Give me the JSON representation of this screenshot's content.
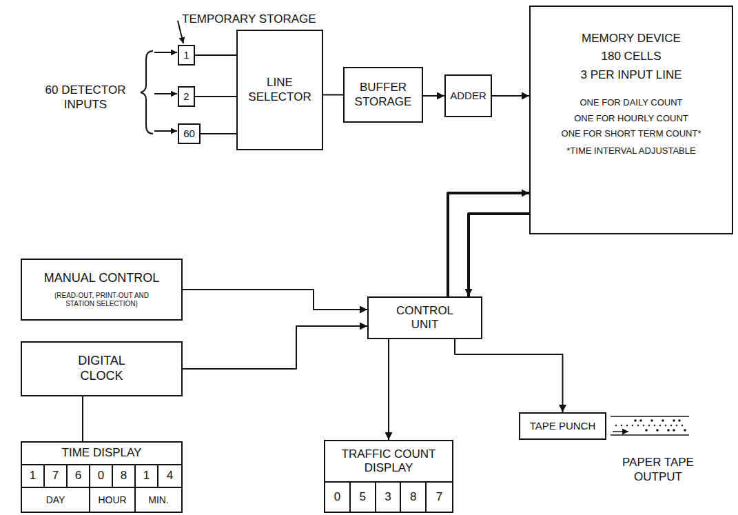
{
  "diagram": {
    "nodes": [
      {
        "text": [
          "1"
        ]
      },
      {
        "text": [
          "2"
        ]
      },
      {
        "text": [
          "60"
        ]
      },
      {
        "text": [
          "LINE SELECTOR"
        ]
      },
      {
        "text": [
          "BUFFER STORAGE"
        ]
      },
      {
        "text": [
          "ADDER"
        ]
      },
      {
        "text": [
          "MEMORY DEVICE",
          "180 CELLS",
          "3 PER INPUT LINE",
          "ONE FOR DAILY COUNT",
          "ONE FOR HOURLY COUNT",
          "ONE FOR SHORT TERM COUNT*",
          "*TIME INTERVAL ADJUSTABLE"
        ]
      },
      {
        "text": [
          "MANUAL CONTROL",
          "(READ-OUT, PRINT-OUT AND STATION SELECTION)"
        ]
      },
      {
        "text": [
          "CONTROL UNIT"
        ]
      },
      {
        "text": [
          "DIGITAL CLOCK"
        ]
      },
      {
        "text": [
          "TIME DISPLAY",
          "1",
          "7",
          "6",
          "0",
          "8",
          "1",
          "4",
          "DAY",
          "HOUR",
          "MIN."
        ]
      },
      {
        "text": [
          "TRAFFIC COUNT DISPLAY",
          "0",
          "5",
          "3",
          "8",
          "7"
        ]
      },
      {
        "text": [
          "TAPE PUNCH"
        ]
      }
    ],
    "edges": [
      {
        "from": 0,
        "to": 3,
        "arrow": "none"
      },
      {
        "from": 1,
        "to": 3,
        "arrow": "none"
      },
      {
        "from": 2,
        "to": 3,
        "arrow": "none"
      },
      {
        "from": 3,
        "to": 4,
        "arrow": "none"
      },
      {
        "from": 4,
        "to": 5,
        "arrow": "to"
      },
      {
        "from": 5,
        "to": 6,
        "arrow": "to"
      },
      {
        "from": 6,
        "to": 8,
        "arrow": "to"
      },
      {
        "from": 8,
        "to": 6,
        "arrow": "to"
      },
      {
        "from": 7,
        "to": 8,
        "arrow": "to"
      },
      {
        "from": 9,
        "to": 8,
        "arrow": "to"
      },
      {
        "from": 9,
        "to": 10,
        "arrow": "none"
      },
      {
        "from": 8,
        "to": 11,
        "arrow": "to"
      },
      {
        "from": 8,
        "to": 12,
        "arrow": "to"
      }
    ],
    "labels": [
      "TEMPORARY STORAGE",
      "60 DETECTOR INPUTS",
      "PAPER TAPE OUTPUT"
    ]
  }
}
